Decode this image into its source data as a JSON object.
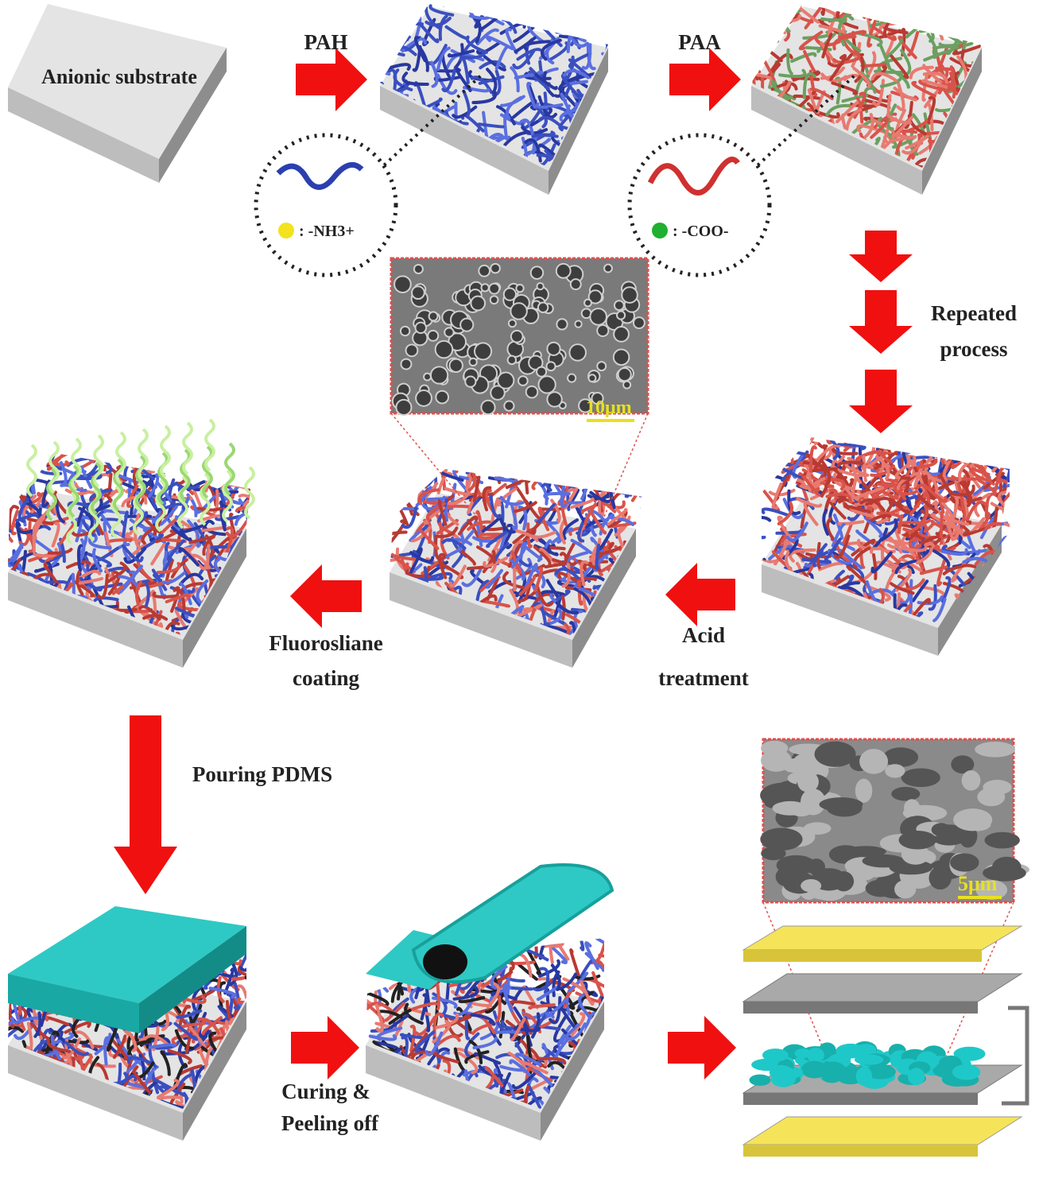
{
  "labels": {
    "substrate": "Anionic substrate",
    "pah": "PAH",
    "paa": "PAA",
    "nh3": ": -NH3+",
    "coo": ": -COO-",
    "repeated_1": "Repeated",
    "repeated_2": "process",
    "fluoro_1": "Fluorosliane",
    "fluoro_2": "coating",
    "acid_1": "Acid",
    "acid_2": "treatment",
    "pouring": "Pouring PDMS",
    "curing_1": "Curing &",
    "curing_2": "Peeling off",
    "scale_1": "10μm",
    "scale_2": "5μm"
  },
  "colors": {
    "arrow": "#f01010",
    "pah": "#3a4fc0",
    "paa": "#d8534a",
    "fluoro": "#9ad872",
    "pdms": "#1fc8c8",
    "electrode": "#f5e45a",
    "substrate": "#d9d9d9",
    "sem": "#7a7a7a",
    "scalebar": "#e8e020"
  }
}
